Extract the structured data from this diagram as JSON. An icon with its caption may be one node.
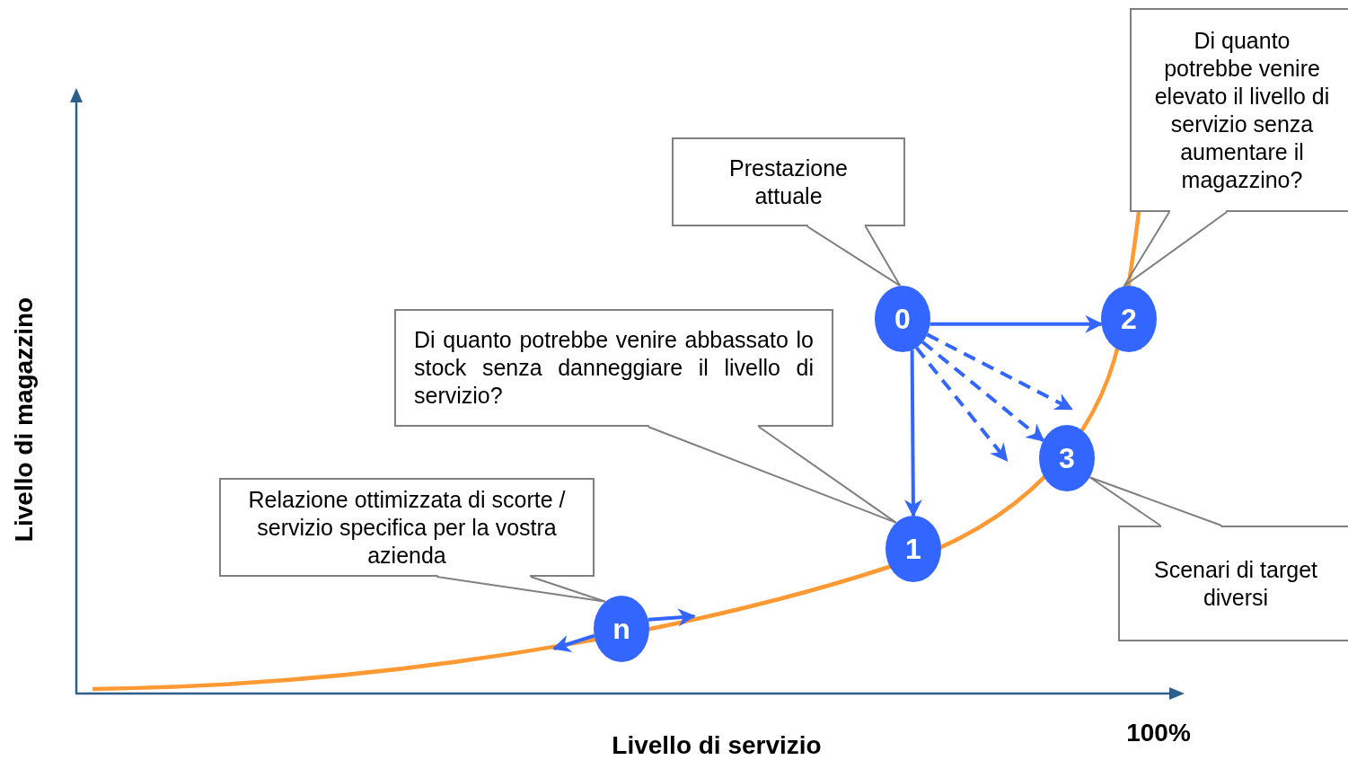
{
  "diagram": {
    "nodes": [
      {
        "text": [
          "0"
        ]
      },
      {
        "text": [
          "1"
        ]
      },
      {
        "text": [
          "2"
        ]
      },
      {
        "text": [
          "3"
        ]
      },
      {
        "text": [
          "n"
        ]
      },
      {
        "text": [
          "Prestazione attuale"
        ]
      },
      {
        "text": [
          "Di quanto potrebbe venire elevato il livello di servizio senza aumentare il magazzino?"
        ]
      },
      {
        "text": [
          "Di quanto potrebbe venire abbassato lo stock senza danneggiare il livello di servizio?"
        ]
      },
      {
        "text": [
          "Relazione ottimizzata di scorte / servizio specifica per la vostra azienda"
        ]
      },
      {
        "text": [
          "Scenari di target diversi"
        ]
      }
    ],
    "edges": [
      {
        "from": 0,
        "to": 2,
        "arrow": "to"
      },
      {
        "from": 0,
        "to": 1,
        "arrow": "to"
      },
      {
        "from": 0,
        "to": 3,
        "arrow": "to",
        "style": "dashed"
      },
      {
        "from": 0,
        "to": 3,
        "arrow": "to",
        "style": "dashed"
      },
      {
        "from": 0,
        "to": 3,
        "arrow": "to",
        "style": "dashed"
      },
      {
        "from": 4,
        "to": null,
        "arrow": "to"
      },
      {
        "from": 4,
        "to": null,
        "arrow": "to"
      },
      {
        "from": 5,
        "to": 0,
        "arrow": "none",
        "color": "#808080"
      },
      {
        "from": 6,
        "to": 2,
        "arrow": "none",
        "color": "#808080"
      },
      {
        "from": 7,
        "to": 1,
        "arrow": "none",
        "color": "#808080"
      },
      {
        "from": 8,
        "to": 4,
        "arrow": "none",
        "color": "#808080"
      },
      {
        "from": 9,
        "to": 3,
        "arrow": "none",
        "color": "#808080"
      }
    ],
    "labels": [
      "Livello di magazzino",
      "Livello di servizio",
      "100%"
    ]
  }
}
